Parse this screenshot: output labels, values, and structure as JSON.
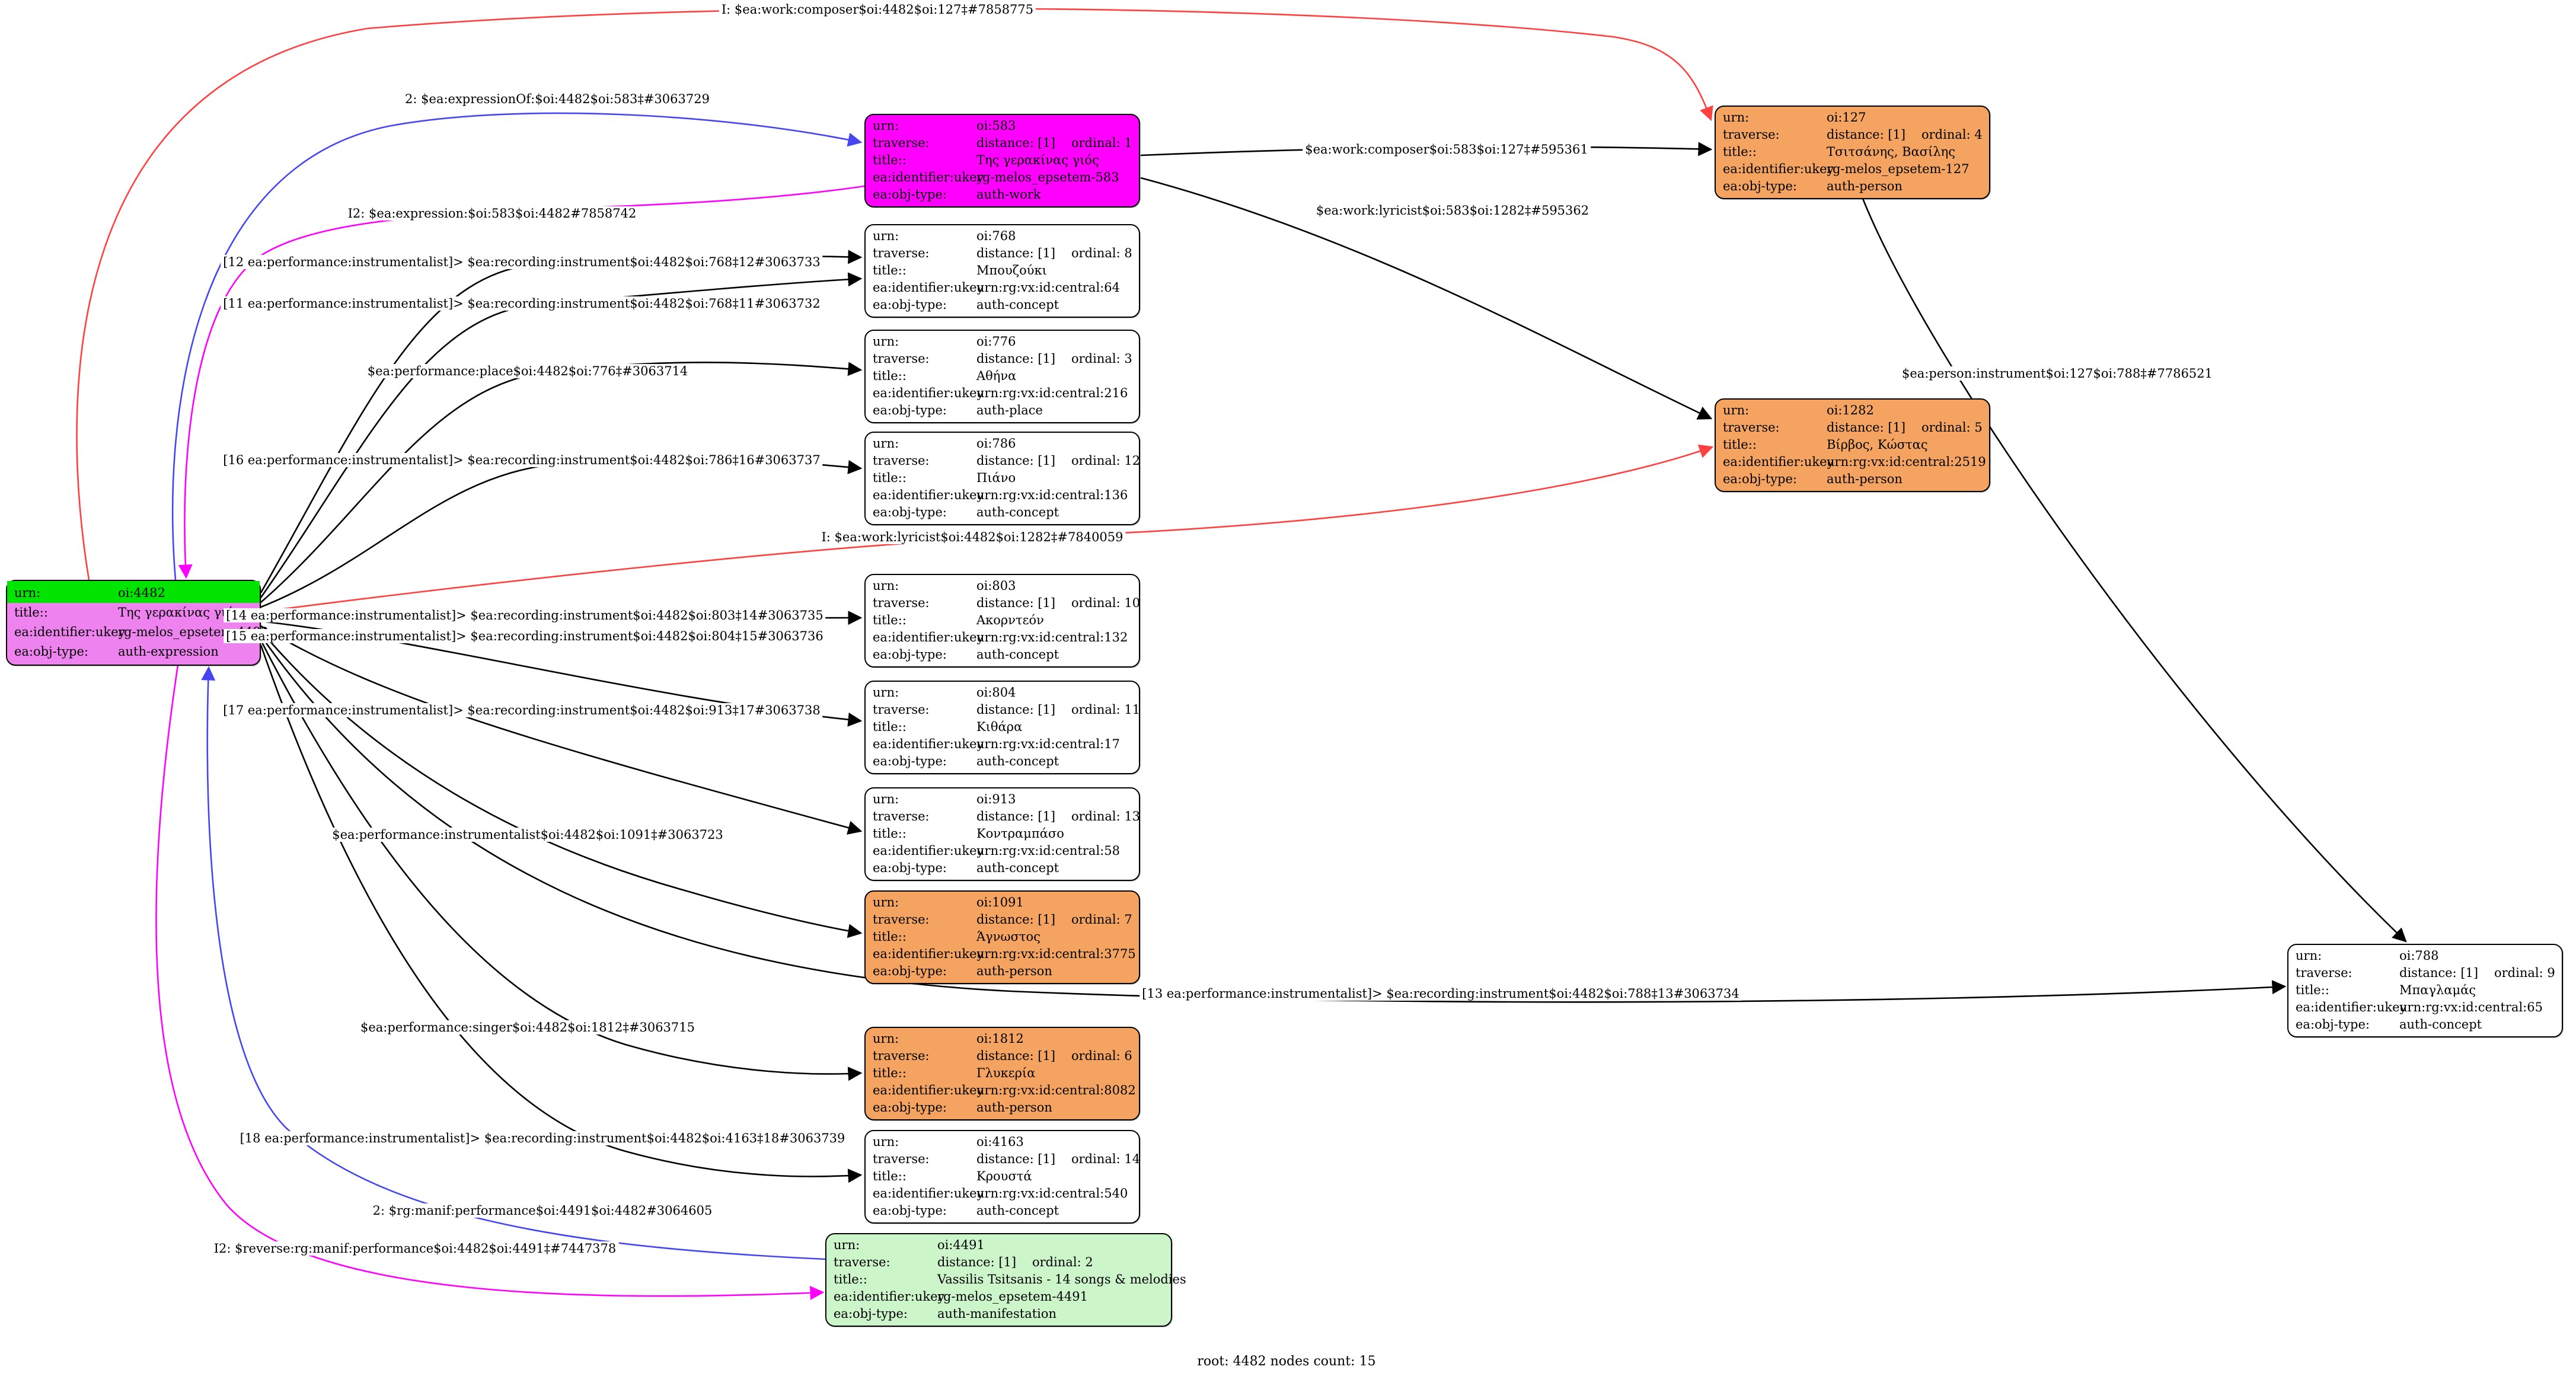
{
  "graph": {
    "footer": "root: 4482 nodes count: 15"
  },
  "keys": {
    "urn": "urn:",
    "traverse": "traverse:",
    "title": "title::",
    "ukey": "ea:identifier:ukey",
    "objtype": "ea:obj-type:"
  },
  "colors": {
    "root_fill": "#EE82EE",
    "work_fill": "#FF00FF",
    "person_fill": "#F4A460",
    "manifestation_fill": "#CCF5CA",
    "concept_fill": "#FFFFFF",
    "urn_highlight": "#00E400",
    "edge_black": "#000000",
    "edge_red": "#FF4040",
    "edge_blue": "#4646F0",
    "edge_magenta": "#FF00FF"
  },
  "nodes": [
    {
      "id": "oi:4482",
      "urn": "oi:4482",
      "title": "Της γερακίνας γιός",
      "ukey": "rg-melos_epsetem-4482",
      "objtype": "auth-expression"
    },
    {
      "id": "oi:583",
      "urn": "oi:583",
      "distance": "distance: [1]",
      "ordinal": "ordinal: 1",
      "title": "Της γερακίνας γιός",
      "ukey": "rg-melos_epsetem-583",
      "objtype": "auth-work"
    },
    {
      "id": "oi:768",
      "urn": "oi:768",
      "distance": "distance: [1]",
      "ordinal": "ordinal: 8",
      "title": "Μπουζούκι",
      "ukey": "urn:rg:vx:id:central:64",
      "objtype": "auth-concept"
    },
    {
      "id": "oi:776",
      "urn": "oi:776",
      "distance": "distance: [1]",
      "ordinal": "ordinal: 3",
      "title": "Αθήνα",
      "ukey": "urn:rg:vx:id:central:216",
      "objtype": "auth-place"
    },
    {
      "id": "oi:786",
      "urn": "oi:786",
      "distance": "distance: [1]",
      "ordinal": "ordinal: 12",
      "title": "Πιάνο",
      "ukey": "urn:rg:vx:id:central:136",
      "objtype": "auth-concept"
    },
    {
      "id": "oi:803",
      "urn": "oi:803",
      "distance": "distance: [1]",
      "ordinal": "ordinal: 10",
      "title": "Ακορντεόν",
      "ukey": "urn:rg:vx:id:central:132",
      "objtype": "auth-concept"
    },
    {
      "id": "oi:804",
      "urn": "oi:804",
      "distance": "distance: [1]",
      "ordinal": "ordinal: 11",
      "title": "Κιθάρα",
      "ukey": "urn:rg:vx:id:central:17",
      "objtype": "auth-concept"
    },
    {
      "id": "oi:913",
      "urn": "oi:913",
      "distance": "distance: [1]",
      "ordinal": "ordinal: 13",
      "title": "Κοντραμπάσο",
      "ukey": "urn:rg:vx:id:central:58",
      "objtype": "auth-concept"
    },
    {
      "id": "oi:1091",
      "urn": "oi:1091",
      "distance": "distance: [1]",
      "ordinal": "ordinal: 7",
      "title": "Άγνωστος",
      "ukey": "urn:rg:vx:id:central:3775",
      "objtype": "auth-person"
    },
    {
      "id": "oi:1812",
      "urn": "oi:1812",
      "distance": "distance: [1]",
      "ordinal": "ordinal: 6",
      "title": "Γλυκερία",
      "ukey": "urn:rg:vx:id:central:8082",
      "objtype": "auth-person"
    },
    {
      "id": "oi:4163",
      "urn": "oi:4163",
      "distance": "distance: [1]",
      "ordinal": "ordinal: 14",
      "title": "Κρουστά",
      "ukey": "urn:rg:vx:id:central:540",
      "objtype": "auth-concept"
    },
    {
      "id": "oi:4491",
      "urn": "oi:4491",
      "distance": "distance: [1]",
      "ordinal": "ordinal: 2",
      "title": "Vassilis Tsitsanis - 14 songs & melodies",
      "ukey": "rg-melos_epsetem-4491",
      "objtype": "auth-manifestation"
    },
    {
      "id": "oi:127",
      "urn": "oi:127",
      "distance": "distance: [1]",
      "ordinal": "ordinal: 4",
      "title": "Τσιτσάνης, Βασίλης",
      "ukey": "rg-melos_epsetem-127",
      "objtype": "auth-person"
    },
    {
      "id": "oi:1282",
      "urn": "oi:1282",
      "distance": "distance: [1]",
      "ordinal": "ordinal: 5",
      "title": "Βίρβος, Κώστας",
      "ukey": "urn:rg:vx:id:central:2519",
      "objtype": "auth-person"
    },
    {
      "id": "oi:788",
      "urn": "oi:788",
      "distance": "distance: [1]",
      "ordinal": "ordinal: 9",
      "title": "Μπαγλαμάς",
      "ukey": "urn:rg:vx:id:central:65",
      "objtype": "auth-concept"
    }
  ],
  "edges": [
    {
      "label": "I: $ea:work:composer$oi:4482$oi:127‡#7858775",
      "color": "red"
    },
    {
      "label": "2: $ea:expressionOf:$oi:4482$oi:583‡#3063729",
      "color": "blue"
    },
    {
      "label": "I2: $ea:expression:$oi:583$oi:4482#7858742",
      "color": "magenta"
    },
    {
      "label": "[12 ea:performance:instrumentalist]> $ea:recording:instrument$oi:4482$oi:768‡12#3063733",
      "color": "black"
    },
    {
      "label": "[11 ea:performance:instrumentalist]> $ea:recording:instrument$oi:4482$oi:768‡11#3063732",
      "color": "black"
    },
    {
      "label": "$ea:performance:place$oi:4482$oi:776‡#3063714",
      "color": "black"
    },
    {
      "label": "[16 ea:performance:instrumentalist]> $ea:recording:instrument$oi:4482$oi:786‡16#3063737",
      "color": "black"
    },
    {
      "label": "I: $ea:work:lyricist$oi:4482$oi:1282‡#7840059",
      "color": "red"
    },
    {
      "label": "[14 ea:performance:instrumentalist]> $ea:recording:instrument$oi:4482$oi:803‡14#3063735",
      "color": "black"
    },
    {
      "label": "[15 ea:performance:instrumentalist]> $ea:recording:instrument$oi:4482$oi:804‡15#3063736",
      "color": "black"
    },
    {
      "label": "[17 ea:performance:instrumentalist]> $ea:recording:instrument$oi:4482$oi:913‡17#3063738",
      "color": "black"
    },
    {
      "label": "$ea:performance:instrumentalist$oi:4482$oi:1091‡#3063723",
      "color": "black"
    },
    {
      "label": "[13 ea:performance:instrumentalist]> $ea:recording:instrument$oi:4482$oi:788‡13#3063734",
      "color": "black"
    },
    {
      "label": "$ea:performance:singer$oi:4482$oi:1812‡#3063715",
      "color": "black"
    },
    {
      "label": "[18 ea:performance:instrumentalist]> $ea:recording:instrument$oi:4482$oi:4163‡18#3063739",
      "color": "black"
    },
    {
      "label": "2: $rg:manif:performance$oi:4491$oi:4482#3064605",
      "color": "blue"
    },
    {
      "label": "I2: $reverse:rg:manif:performance$oi:4482$oi:4491‡#7447378",
      "color": "magenta"
    },
    {
      "label": "$ea:work:composer$oi:583$oi:127‡#595361",
      "color": "black"
    },
    {
      "label": "$ea:work:lyricist$oi:583$oi:1282‡#595362",
      "color": "black"
    },
    {
      "label": "$ea:person:instrument$oi:127$oi:788‡#7786521",
      "color": "black"
    }
  ]
}
